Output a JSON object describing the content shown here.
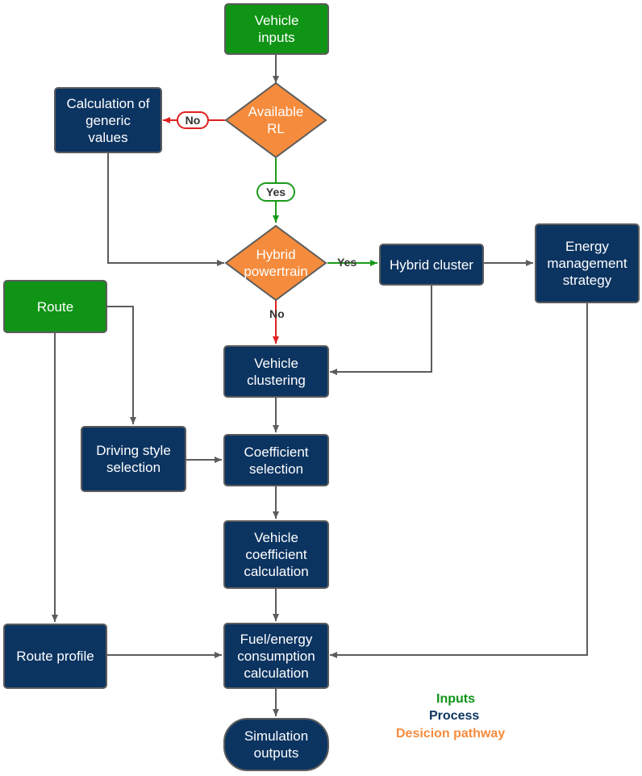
{
  "colors": {
    "inputs": "#0f9415",
    "process": "#0c3461",
    "decision": "#f58b3c",
    "yes_edge": "#1a9a1a",
    "no_edge": "#e02020",
    "connector": "#5c5c5c"
  },
  "nodes": {
    "vehicle_inputs": "Vehicle\ninputs",
    "available_rl": "Available\nRL",
    "calc_generic": "Calculation of\ngeneric\nvalues",
    "hybrid_powertrain": "Hybrid\npowertrain",
    "hybrid_cluster": "Hybrid cluster",
    "energy_management": "Energy\nmanagement\nstrategy",
    "route": "Route",
    "vehicle_clustering": "Vehicle\nclustering",
    "driving_style": "Driving style\nselection",
    "coefficient_selection": "Coefficient\nselection",
    "vehicle_coefficient": "Vehicle\ncoefficient\ncalculation",
    "route_profile": "Route profile",
    "fuel_energy": "Fuel/energy\nconsumption\ncalculation",
    "simulation_outputs": "Simulation\noutputs"
  },
  "edge_labels": {
    "rl_no": "No",
    "rl_yes": "Yes",
    "hybrid_yes": "Yes",
    "hybrid_no": "No"
  },
  "legend": {
    "inputs": "Inputs",
    "process": "Process",
    "decision": "Desicion pathway"
  }
}
